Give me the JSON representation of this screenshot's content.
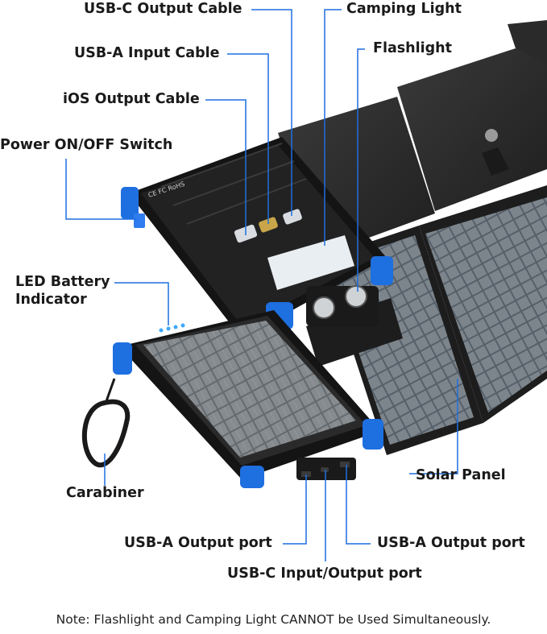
{
  "labels": {
    "usb_c_output_cable": "USB-C Output Cable",
    "camping_light": "Camping Light",
    "usb_a_input_cable": "USB-A Input Cable",
    "flashlight": "Flashlight",
    "ios_output_cable": "iOS Output Cable",
    "power_switch": "Power ON/OFF Switch",
    "led_battery_indicator_line1": "LED Battery",
    "led_battery_indicator_line2": "Indicator",
    "carabiner": "Carabiner",
    "solar_panel": "Solar Panel",
    "usb_a_output_port_left": "USB-A Output port",
    "usb_a_output_port_right": "USB-A Output port",
    "usb_c_input_output_port": "USB-C Input/Output port"
  },
  "note": "Note: Flashlight and Camping Light CANNOT be Used Simultaneously.",
  "device_markings": {
    "certification": "CE FC RoHS"
  },
  "colors": {
    "accent_blue": "#1e6fe0",
    "leader_line": "#1e6fe0",
    "panel_fabric": "#2b2b2b",
    "bank_body": "#161616",
    "solar_cell": "#6f7478"
  }
}
